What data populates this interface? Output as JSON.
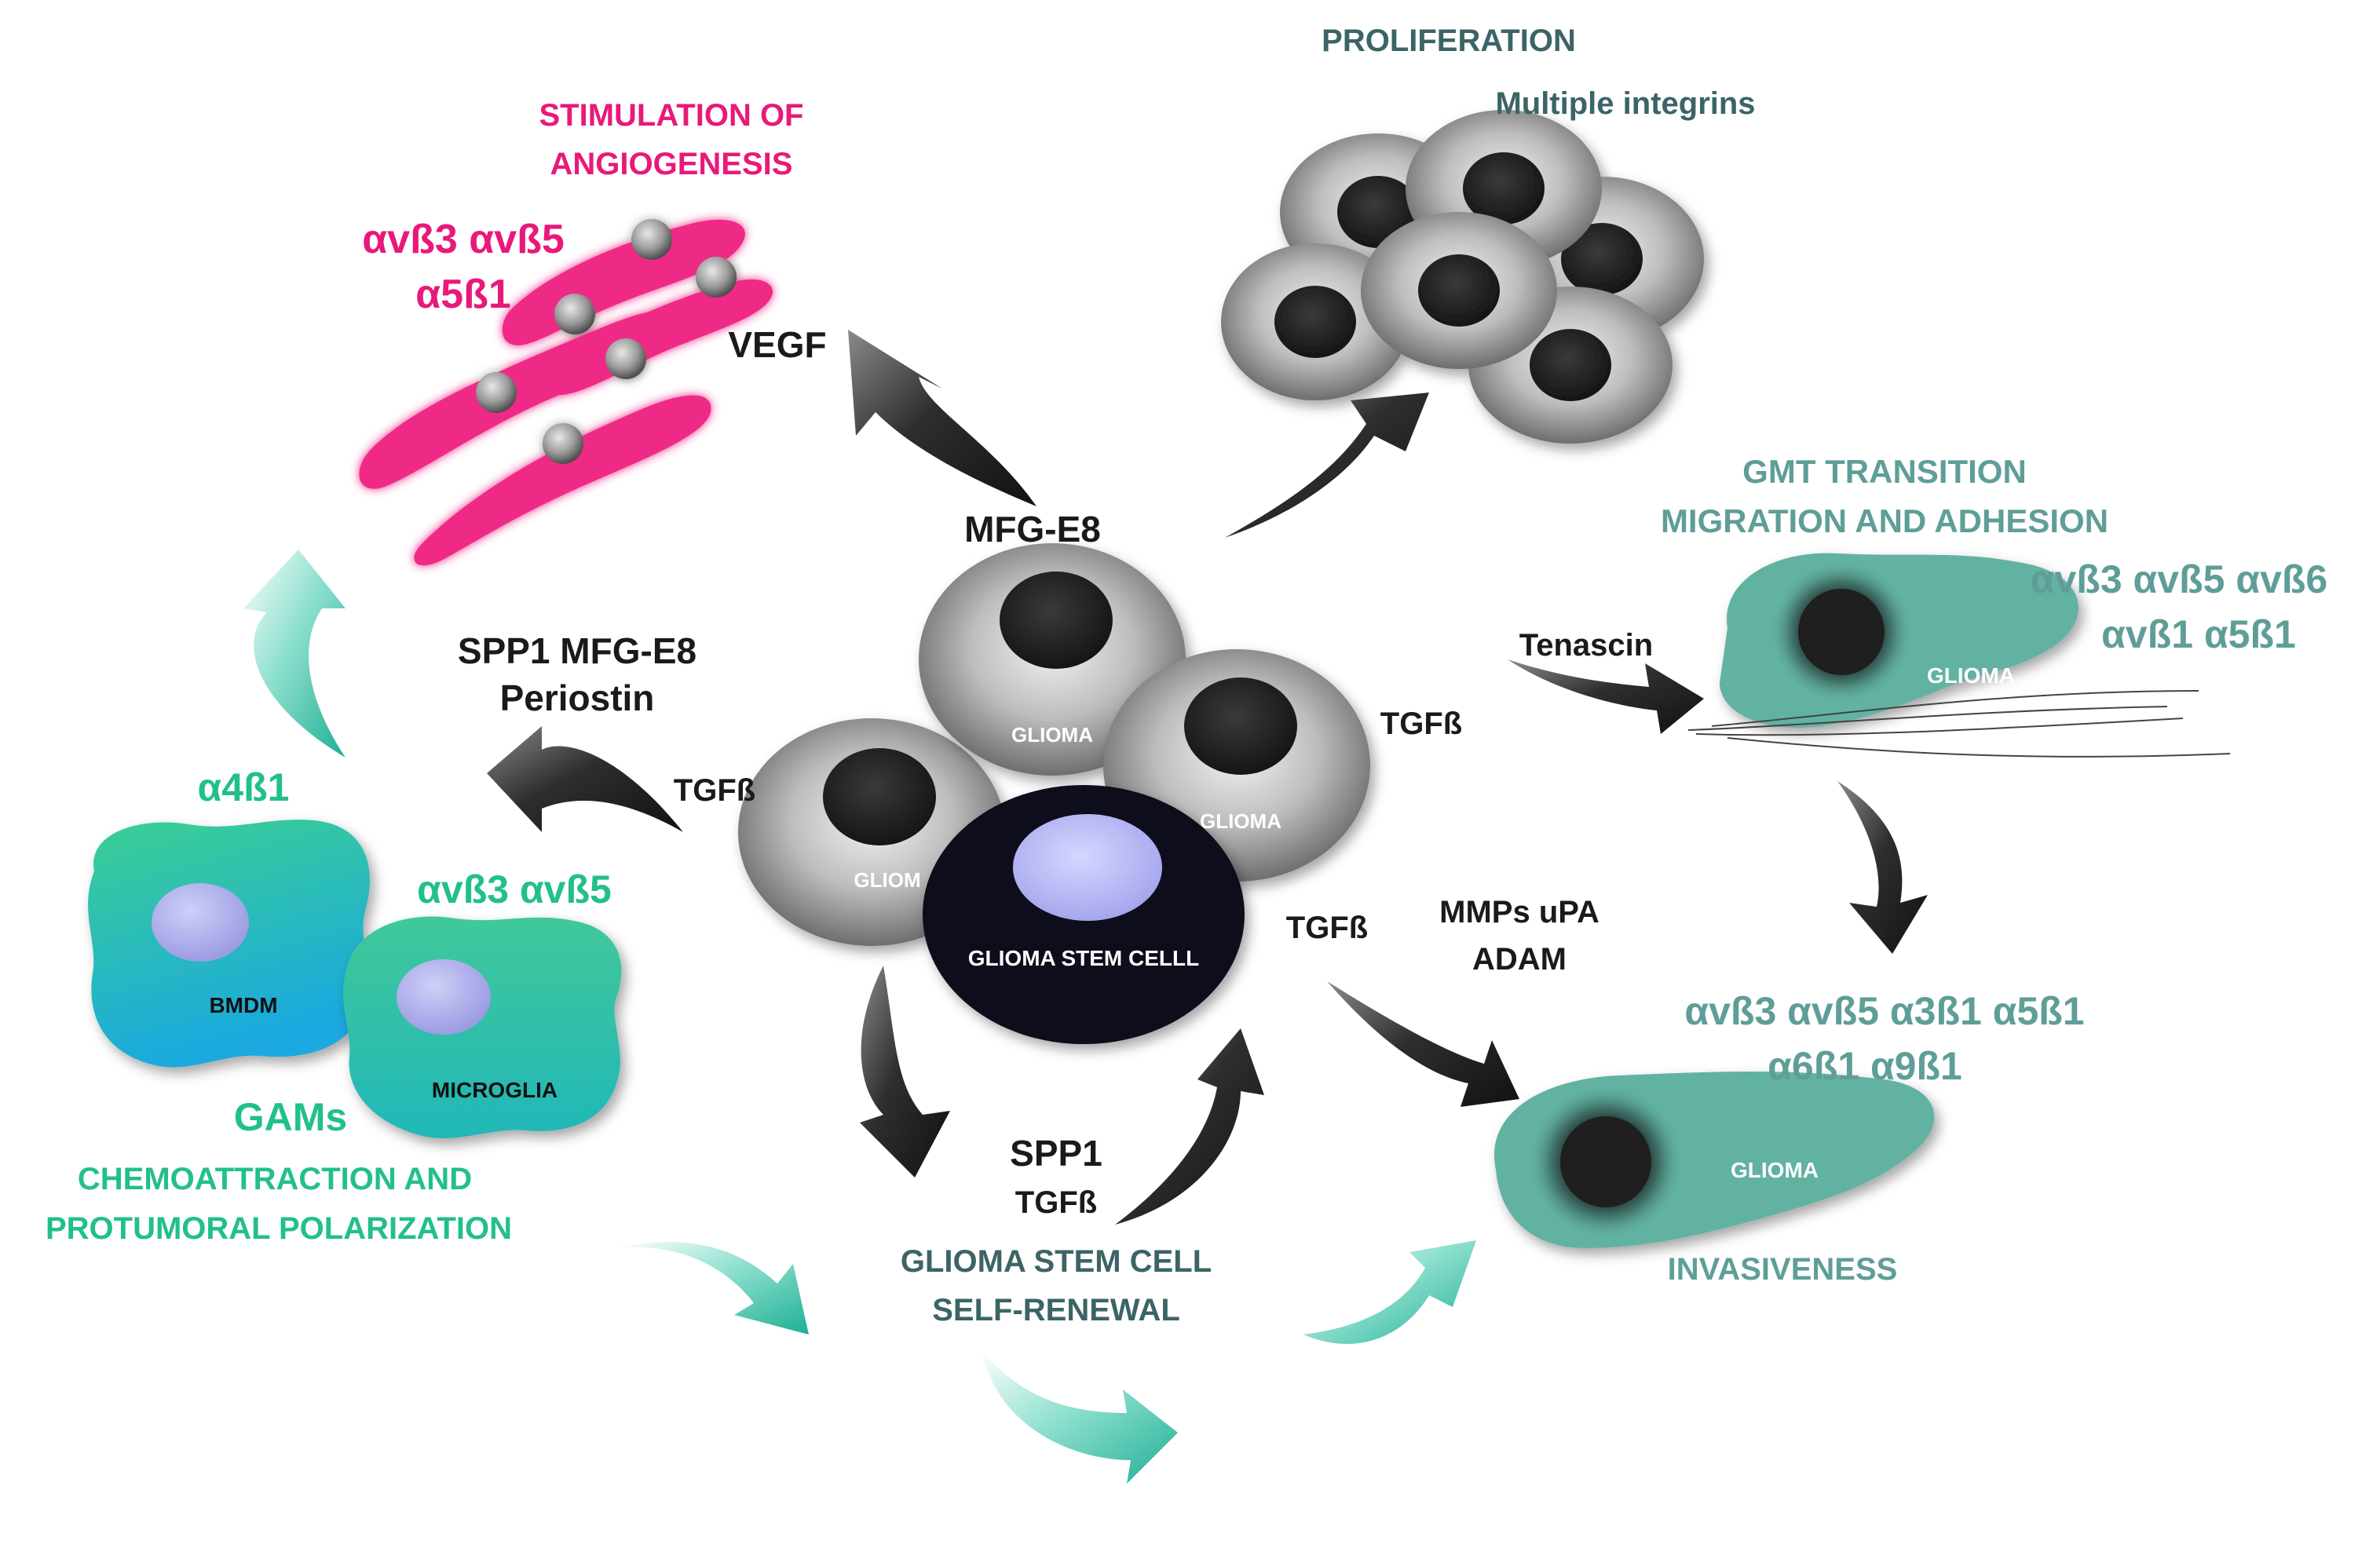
{
  "colors": {
    "angio": "#e8197a",
    "teal_text": "#5f9e98",
    "teal_cell": "#62b2a2",
    "green_text": "#22c088",
    "dark_text": "#1a1a1a",
    "gray_text": "#3c6466"
  },
  "angiogenesis": {
    "title_line1": "STIMULATION OF",
    "title_line2": "ANGIOGENESIS",
    "integrins_line1": "αvß3 αvß5",
    "integrins_line2": "α5ß1",
    "factor": "VEGF"
  },
  "proliferation": {
    "title": "PROLIFERATION",
    "integrins": "Multiple integrins"
  },
  "gmt": {
    "title_line1": "GMT TRANSITION",
    "title_line2": "MIGRATION AND ADHESION",
    "integrins_line1": "αvß3 αvß5  αvß6",
    "integrins_line2": "αvß1 α5ß1",
    "tenascin": "Tenascin",
    "tgfb": "TGFß",
    "cell_label": "GLIOMA"
  },
  "invasion": {
    "integrins_line1": "αvß3 αvß5  α3ß1 α5ß1",
    "integrins_line2": "α6ß1 α9ß1",
    "cell_label": "GLIOMA",
    "title": "INVASIVENESS",
    "tgfb": "TGFß",
    "factors_line1": "MMPs uPA",
    "factors_line2": "ADAM"
  },
  "center": {
    "mfge8": "MFG-E8",
    "glioma_top": "GLIOMA",
    "glioma_right": "GLIOMA",
    "glioma_left": "GLIOM",
    "stem_cell": "GLIOMA STEM CELLL"
  },
  "gams": {
    "factors_line1": "SPP1 MFG-E8",
    "factors_line2": "Periostin",
    "tgfb": "TGFß",
    "integrin_a4b1": "α4ß1",
    "integrins_avb": "αvß3 αvß5",
    "bmdm": "BMDM",
    "microglia": "MICROGLIA",
    "title": "GAMs",
    "desc_line1": "CHEMOATTRACTION AND",
    "desc_line2": "PROTUMORAL POLARIZATION"
  },
  "stem": {
    "spp1": "SPP1",
    "tgfb": "TGFß",
    "title_line1": "GLIOMA STEM CELL",
    "title_line2": "SELF-RENEWAL"
  }
}
